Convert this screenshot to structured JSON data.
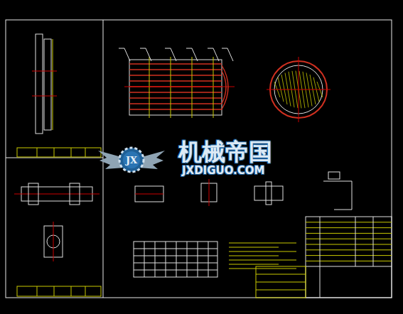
{
  "diagram": {
    "labels": [
      "JX",
      "机械帝国",
      "JXDIGUO.COM"
    ]
  }
}
